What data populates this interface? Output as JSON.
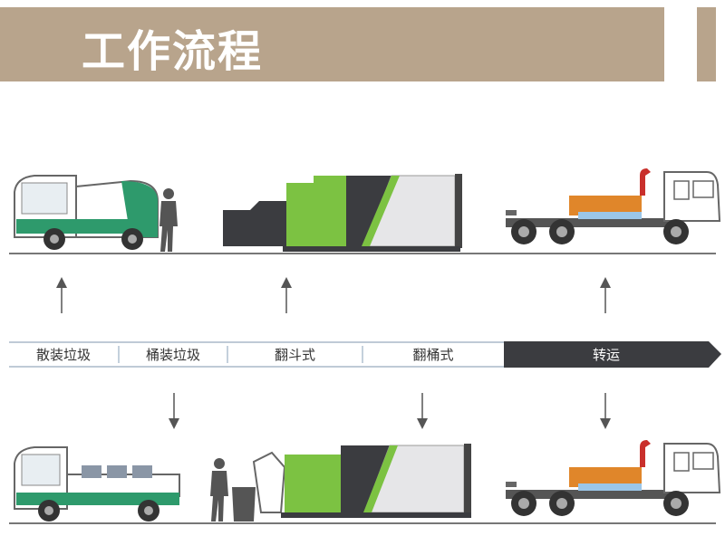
{
  "header": {
    "title": "工作流程"
  },
  "colors": {
    "header_bg": "#b8a48c",
    "dark_step": "#3b3c40",
    "truck_green": "#7cc242",
    "cart_green": "#2e9a6c",
    "hook_orange": "#e0862a"
  },
  "flow": {
    "steps": [
      {
        "label": "散装垃圾",
        "active": false
      },
      {
        "label": "桶装垃圾",
        "active": false
      },
      {
        "label": "翻斗式",
        "active": false
      },
      {
        "label": "翻桶式",
        "active": false
      },
      {
        "label": "转运",
        "active": true
      }
    ]
  },
  "icons": {
    "top": [
      "electric-collection-cart-icon",
      "worker-icon",
      "hopper-compactor-icon",
      "hook-lift-truck-icon"
    ],
    "bottom": [
      "bin-carrier-cart-icon",
      "worker-icon",
      "bin-tipper-compactor-icon",
      "hook-lift-truck-icon"
    ]
  }
}
